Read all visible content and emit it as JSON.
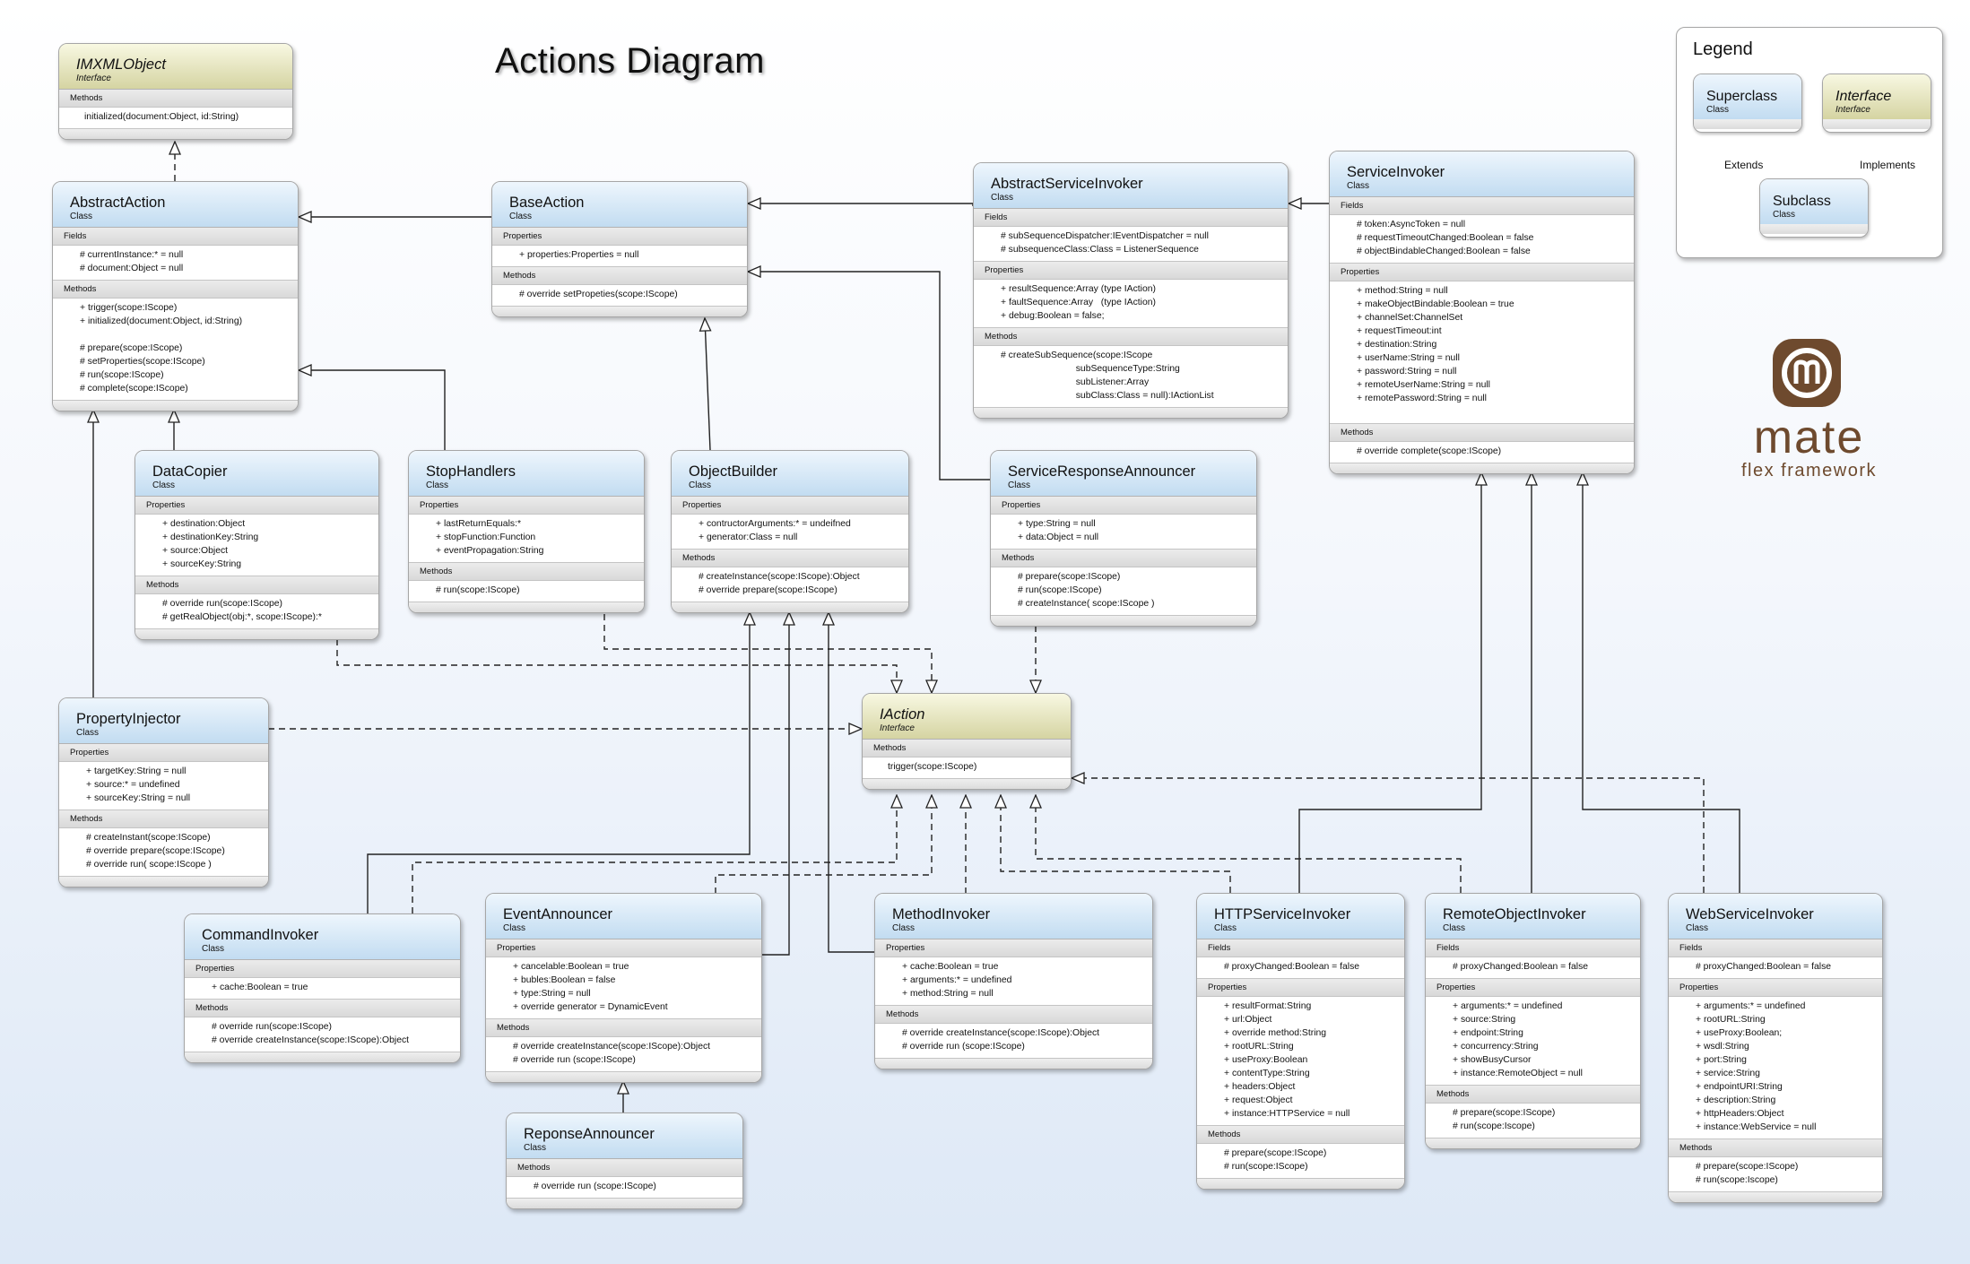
{
  "diagram_title": "Actions Diagram",
  "legend": {
    "title": "Legend",
    "superclass": {
      "name": "Superclass",
      "stereotype": "Class"
    },
    "interface": {
      "name": "Interface",
      "stereotype": "Interface"
    },
    "subclass": {
      "name": "Subclass",
      "stereotype": "Class"
    },
    "extends_label": "Extends",
    "implements_label": "Implements"
  },
  "logo": {
    "word": "mate",
    "tagline": "flex framework",
    "brand_color": "#6e4a2e"
  },
  "colors": {
    "class_header": "#c2dcf1",
    "interface_header": "#d5d4a2"
  },
  "boxes": {
    "imxml": {
      "name": "IMXMLObject",
      "stereotype": "Interface",
      "sections": [
        {
          "label": "Methods",
          "lines": [
            "initialized(document:Object, id:String)"
          ]
        }
      ]
    },
    "abstractAction": {
      "name": "AbstractAction",
      "stereotype": "Class",
      "sections": [
        {
          "label": "Fields",
          "lines": [
            "# currentInstance:* = null",
            "# document:Object = null"
          ]
        },
        {
          "label": "Methods",
          "lines": [
            "+ trigger(scope:IScope)",
            "+ initialized(document:Object, id:String)",
            "",
            "# prepare(scope:IScope)",
            "# setProperties(scope:IScope)",
            "# run(scope:IScope)",
            "# complete(scope:IScope)"
          ]
        }
      ]
    },
    "baseAction": {
      "name": "BaseAction",
      "stereotype": "Class",
      "sections": [
        {
          "label": "Properties",
          "lines": [
            "+ properties:Properties = null"
          ]
        },
        {
          "label": "Methods",
          "lines": [
            "# override setPropeties(scope:IScope)"
          ]
        }
      ]
    },
    "abstractServiceInvoker": {
      "name": "AbstractServiceInvoker",
      "stereotype": "Class",
      "sections": [
        {
          "label": "Fields",
          "lines": [
            "# subSequenceDispatcher:IEventDispatcher = null",
            "# subsequenceClass:Class = ListenerSequence"
          ]
        },
        {
          "label": "Properties",
          "lines": [
            "+ resultSequence:Array (type IAction)",
            "+ faultSequence:Array   (type IAction)",
            "+ debug:Boolean = false;"
          ]
        },
        {
          "label": "Methods",
          "lines": [
            "# createSubSequence(scope:IScope",
            "                             subSequenceType:String",
            "                             subListener:Array",
            "                             subClass:Class = null):IActionList"
          ]
        }
      ]
    },
    "serviceInvoker": {
      "name": "ServiceInvoker",
      "stereotype": "Class",
      "sections": [
        {
          "label": "Fields",
          "lines": [
            "# token:AsyncToken = null",
            "# requestTimeoutChanged:Boolean = false",
            "# objectBindableChanged:Boolean = false"
          ]
        },
        {
          "label": "Properties",
          "lines": [
            "+ method:String = null",
            "+ makeObjectBindable:Boolean = true",
            "+ channelSet:ChannelSet",
            "+ requestTimeout:int",
            "+ destination:String",
            "+ userName:String = null",
            "+ password:String = null",
            "+ remoteUserName:String = null",
            "+ remotePassword:String = null",
            ""
          ]
        },
        {
          "label": "Methods",
          "lines": [
            "# override complete(scope:IScope)"
          ]
        }
      ]
    },
    "dataCopier": {
      "name": "DataCopier",
      "stereotype": "Class",
      "sections": [
        {
          "label": "Properties",
          "lines": [
            "+ destination:Object",
            "+ destinationKey:String",
            "+ source:Object",
            "+ sourceKey:String"
          ]
        },
        {
          "label": "Methods",
          "lines": [
            "# override run(scope:IScope)",
            "# getRealObject(obj:*, scope:IScope):*"
          ]
        }
      ]
    },
    "stopHandlers": {
      "name": "StopHandlers",
      "stereotype": "Class",
      "sections": [
        {
          "label": "Properties",
          "lines": [
            "+ lastReturnEquals:*",
            "+ stopFunction:Function",
            "+ eventPropagation:String"
          ]
        },
        {
          "label": "Methods",
          "lines": [
            "# run(scope:IScope)"
          ]
        }
      ]
    },
    "objectBuilder": {
      "name": "ObjectBuilder",
      "stereotype": "Class",
      "sections": [
        {
          "label": "Properties",
          "lines": [
            "+ contructorArguments:* = undeifned",
            "+ generator:Class = null"
          ]
        },
        {
          "label": "Methods",
          "lines": [
            "# createInstance(scope:IScope):Object",
            "# override prepare(scope:IScope)"
          ]
        }
      ]
    },
    "serviceResponseAnnouncer": {
      "name": "ServiceResponseAnnouncer",
      "stereotype": "Class",
      "sections": [
        {
          "label": "Properties",
          "lines": [
            "+ type:String = null",
            "+ data:Object = null"
          ]
        },
        {
          "label": "Methods",
          "lines": [
            "# prepare(scope:IScope)",
            "# run(scope:IScope)",
            "# createInstance( scope:IScope )"
          ]
        }
      ]
    },
    "propertyInjector": {
      "name": "PropertyInjector",
      "stereotype": "Class",
      "sections": [
        {
          "label": "Properties",
          "lines": [
            "+ targetKey:String = null",
            "+ source:* = undefined",
            "+ sourceKey:String = null"
          ]
        },
        {
          "label": "Methods",
          "lines": [
            "# createInstant(scope:IScope)",
            "# override prepare(scope:IScope)",
            "# override run( scope:IScope )"
          ]
        }
      ]
    },
    "iAction": {
      "name": "IAction",
      "stereotype": "Interface",
      "sections": [
        {
          "label": "Methods",
          "lines": [
            "trigger(scope:IScope)"
          ]
        }
      ]
    },
    "commandInvoker": {
      "name": "CommandInvoker",
      "stereotype": "Class",
      "sections": [
        {
          "label": "Properties",
          "lines": [
            "+ cache:Boolean = true"
          ]
        },
        {
          "label": "Methods",
          "lines": [
            "# override run(scope:IScope)",
            "# override createInstance(scope:IScope):Object"
          ]
        }
      ]
    },
    "eventAnnouncer": {
      "name": "EventAnnouncer",
      "stereotype": "Class",
      "sections": [
        {
          "label": "Properties",
          "lines": [
            "+ cancelable:Boolean = true",
            "+ bubles:Boolean = false",
            "+ type:String = null",
            "+ override generator = DynamicEvent"
          ]
        },
        {
          "label": "Methods",
          "lines": [
            "# override createInstance(scope:IScope):Object",
            "# override run (scope:IScope)"
          ]
        }
      ]
    },
    "methodInvoker": {
      "name": "MethodInvoker",
      "stereotype": "Class",
      "sections": [
        {
          "label": "Properties",
          "lines": [
            "+ cache:Boolean = true",
            "+ arguments:* = undefined",
            "+ method:String = null"
          ]
        },
        {
          "label": "Methods",
          "lines": [
            "# override createInstance(scope:IScope):Object",
            "# override run (scope:IScope)"
          ]
        }
      ]
    },
    "httpServiceInvoker": {
      "name": "HTTPServiceInvoker",
      "stereotype": "Class",
      "sections": [
        {
          "label": "Fields",
          "lines": [
            "# proxyChanged:Boolean = false"
          ]
        },
        {
          "label": "Properties",
          "lines": [
            "+ resultFormat:String",
            "+ url:Object",
            "+ override method:String",
            "+ rootURL:String",
            "+ useProxy:Boolean",
            "+ contentType:String",
            "+ headers:Object",
            "+ request:Object",
            "+ instance:HTTPService = null"
          ]
        },
        {
          "label": "Methods",
          "lines": [
            "# prepare(scope:IScope)",
            "# run(scope:IScope)"
          ]
        }
      ]
    },
    "remoteObjectInvoker": {
      "name": "RemoteObjectInvoker",
      "stereotype": "Class",
      "sections": [
        {
          "label": "Fields",
          "lines": [
            "# proxyChanged:Boolean = false"
          ]
        },
        {
          "label": "Properties",
          "lines": [
            "+ arguments:* = undefined",
            "+ source:String",
            "+ endpoint:String",
            "+ concurrency:String",
            "+ showBusyCursor",
            "+ instance:RemoteObject = null"
          ]
        },
        {
          "label": "Methods",
          "lines": [
            "# prepare(scope:IScope)",
            "# run(scope:Iscope)"
          ]
        }
      ]
    },
    "webServiceInvoker": {
      "name": "WebServiceInvoker",
      "stereotype": "Class",
      "sections": [
        {
          "label": "Fields",
          "lines": [
            "# proxyChanged:Boolean = false"
          ]
        },
        {
          "label": "Properties",
          "lines": [
            "+ arguments:* = undefined",
            "+ rootURL:String",
            "+ useProxy:Boolean;",
            "+ wsdl:String",
            "+ port:String",
            "+ service:String",
            "+ endpointURI:String",
            "+ description:String",
            "+ httpHeaders:Object",
            "+ instance:WebService = null"
          ]
        },
        {
          "label": "Methods",
          "lines": [
            "# prepare(scope:IScope)",
            "# run(scope:Iscope)"
          ]
        }
      ]
    },
    "reponseAnnouncer": {
      "name": "ReponseAnnouncer",
      "stereotype": "Class",
      "sections": [
        {
          "label": "Methods",
          "lines": [
            "# override run (scope:IScope)"
          ]
        }
      ]
    }
  }
}
